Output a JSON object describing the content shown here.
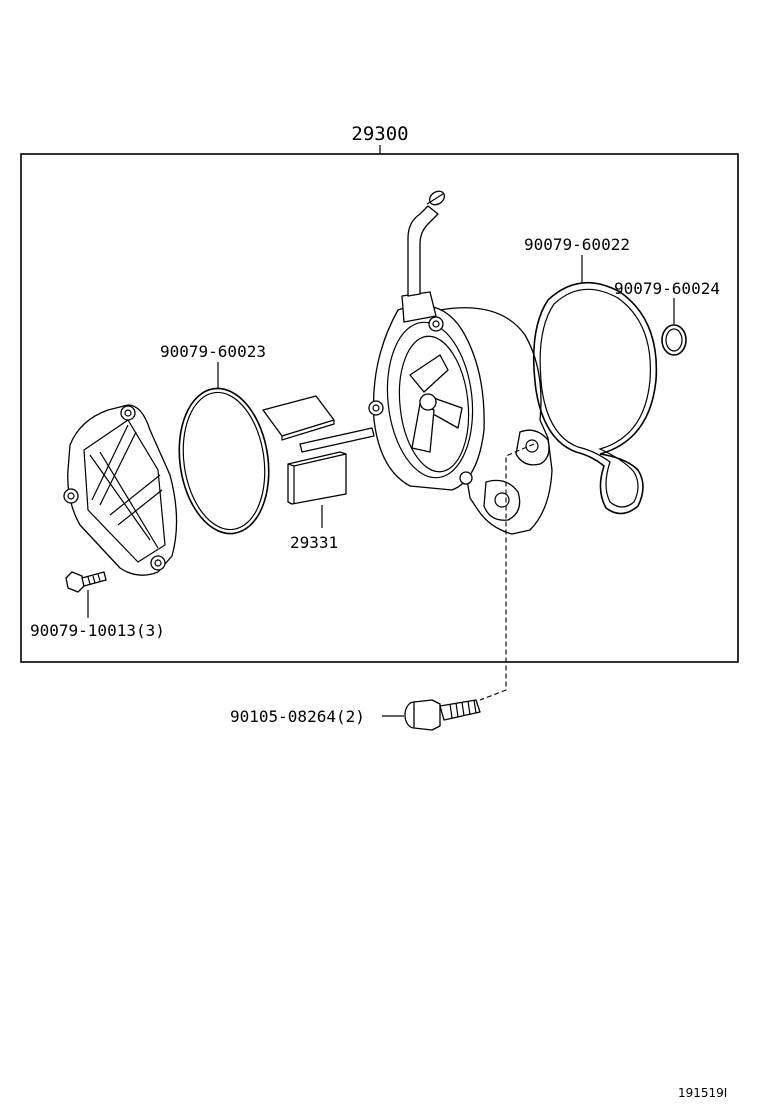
{
  "labels": {
    "assembly": "29300",
    "oring_large": "90079-60022",
    "oring_small": "90079-60024",
    "gasket": "90079-60023",
    "vane_kit": "29331",
    "cover_screw": "90079-10013(3)",
    "mount_bolt": "90105-08264(2)"
  },
  "figure_ref": "191519I"
}
